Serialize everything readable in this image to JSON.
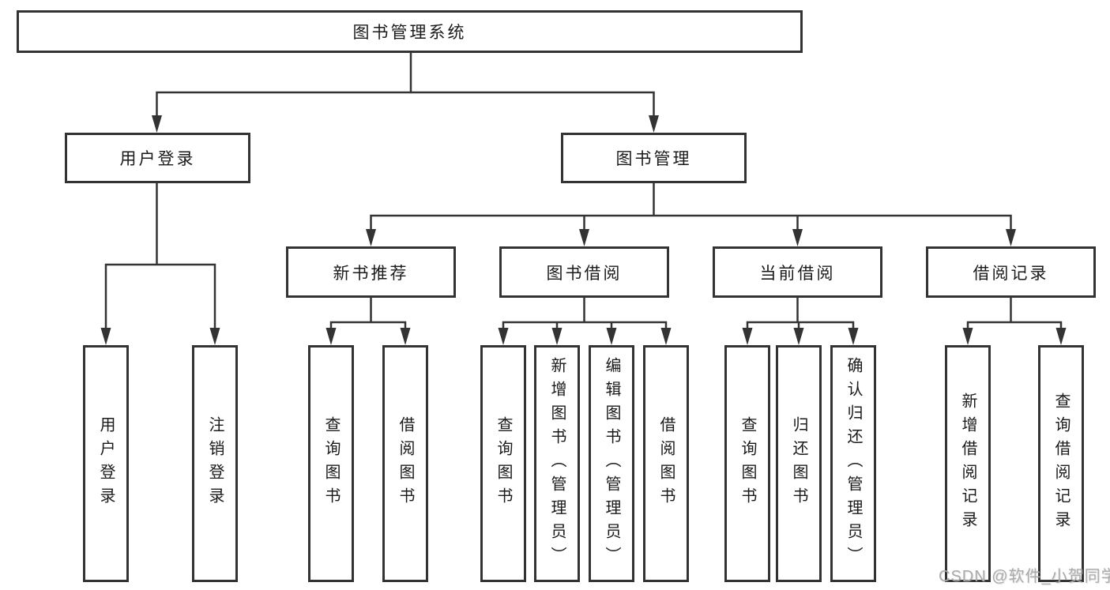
{
  "diagram": {
    "root": "图书管理系统",
    "level2": [
      "用户登录",
      "图书管理"
    ],
    "level3": [
      "新书推荐",
      "图书借阅",
      "当前借阅",
      "借阅记录"
    ],
    "leaves": [
      "用户登录",
      "注销登录",
      "查询图书",
      "借阅图书",
      "查询图书",
      "新增图书（管理员）",
      "编辑图书（管理员）",
      "借阅图书",
      "查询图书",
      "归还图书",
      "确认归还（管理员）",
      "新增借阅记录",
      "查询借阅记录"
    ]
  },
  "watermark": "CSDN @软件_小贺同学",
  "colors": {
    "line": "#333333",
    "box_border": "#333333",
    "text": "#1a1a1a",
    "watermark": "#ababab",
    "background": "#ffffff"
  }
}
